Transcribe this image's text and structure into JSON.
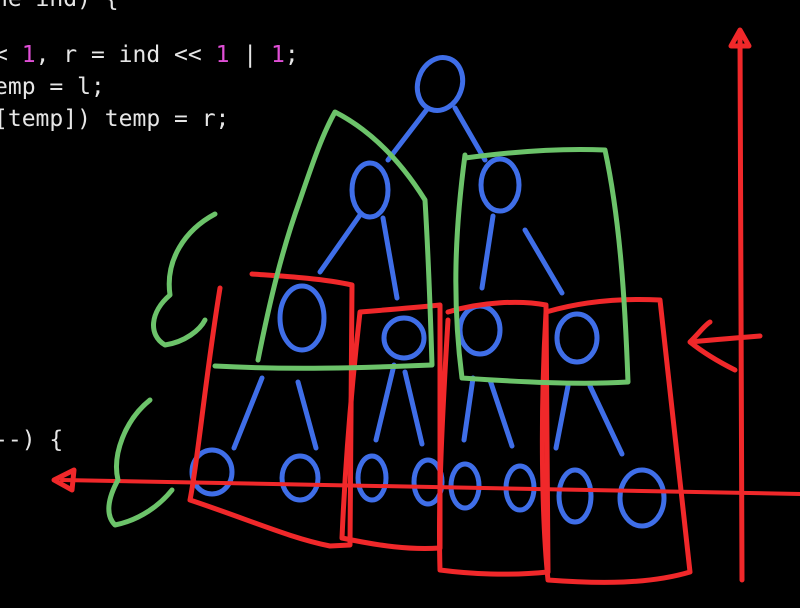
{
  "code": {
    "line_top": "ne ind) {",
    "line_1_a": "< ",
    "line_1_num1": "1",
    "line_1_b": ", r = ind << ",
    "line_1_num2": "1",
    "line_1_c": " | ",
    "line_1_num3": "1",
    "line_1_d": ";",
    "line_2": "emp = l;",
    "line_3": "[temp]) temp = r;",
    "line_4": "--) {"
  },
  "colors": {
    "background": "#000000",
    "code_text": "#e6e6e6",
    "number_literal": "#e04fd6",
    "ink_blue": "#3f6ee8",
    "ink_green": "#6cc36a",
    "ink_red": "#f0282a"
  }
}
